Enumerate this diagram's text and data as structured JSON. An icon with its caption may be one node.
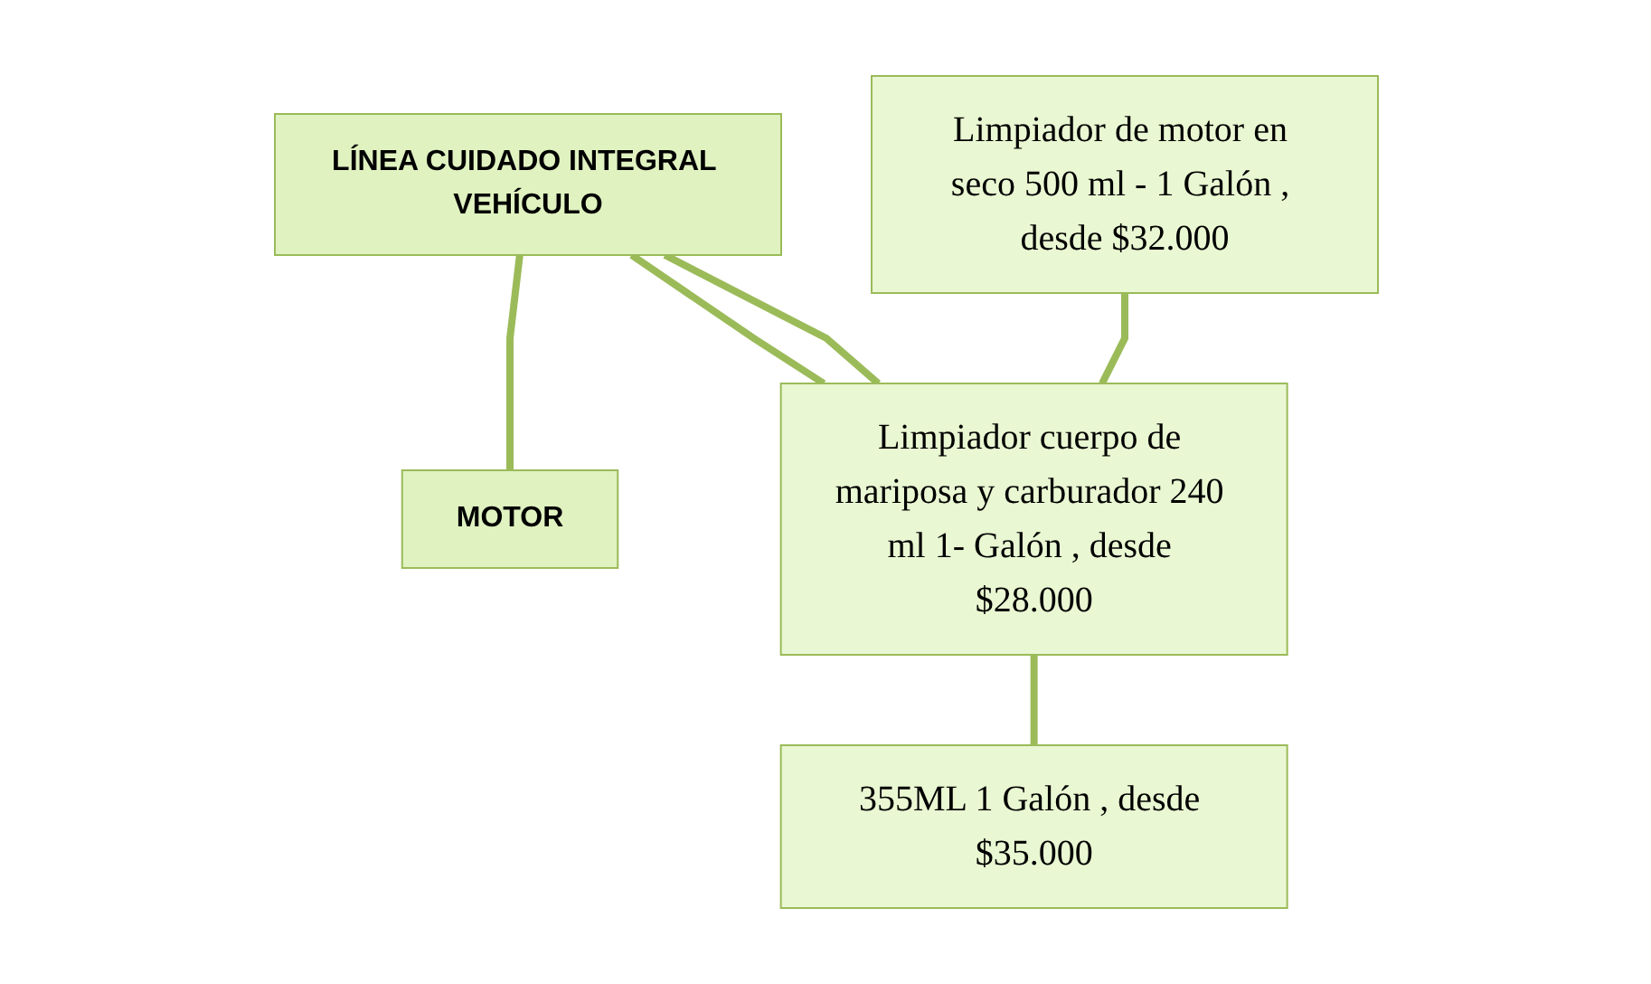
{
  "diagram": {
    "nodes": [
      {
        "text": [
          "LÍNEA CUIDADO INTEGRAL VEHÍCULO"
        ]
      },
      {
        "text": [
          "MOTOR"
        ]
      },
      {
        "text": [
          "Limpiador de motor en seco 500 ml - 1 Galón , desde $32.000"
        ]
      },
      {
        "text": [
          "Limpiador cuerpo de mariposa y carburador 240 ml 1- Galón , desde $28.000"
        ]
      },
      {
        "text": [
          "355ML 1 Galón , desde $35.000"
        ]
      }
    ],
    "edges": [
      {
        "from": 0,
        "to": 1,
        "arrow": "none"
      },
      {
        "from": 0,
        "to": 3,
        "arrow": "none"
      },
      {
        "from": 0,
        "to": 3,
        "arrow": "none"
      },
      {
        "from": 2,
        "to": 3,
        "arrow": "none"
      },
      {
        "from": 3,
        "to": 4,
        "arrow": "none"
      }
    ]
  }
}
